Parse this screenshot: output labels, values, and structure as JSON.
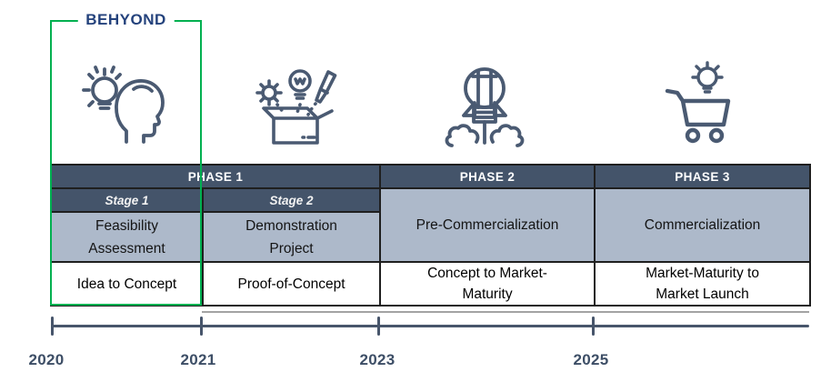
{
  "title": "BEHYOND",
  "colors": {
    "green": "#00B050",
    "dark": "#44546A",
    "light": "#ADB9CA",
    "navy": "#24427C",
    "slate": "#47556B",
    "year": "#3D4E66",
    "icon": "#4A5A72",
    "border": "#1F1F1F",
    "grayline": "#A3A3A3"
  },
  "icons": [
    {
      "name": "idea-head-icon"
    },
    {
      "name": "prototype-box-icon"
    },
    {
      "name": "launch-rocket-icon"
    },
    {
      "name": "market-cart-icon"
    }
  ],
  "table": {
    "phases": [
      {
        "label": "PHASE 1"
      },
      {
        "label": "PHASE 2"
      },
      {
        "label": "PHASE 3"
      }
    ],
    "stages": [
      {
        "label": "Stage 1"
      },
      {
        "label": "Stage 2"
      }
    ],
    "cells": {
      "feasibility": "Feasibility\nAssessment",
      "demonstration": "Demonstration\nProject",
      "pre_commercialization": "Pre-Commercialization",
      "commercialization": "Commercialization",
      "idea_to_concept": "Idea to Concept",
      "proof_of_concept": "Proof-of-Concept",
      "concept_to_market": "Concept to Market-\nMaturity",
      "market_to_launch": "Market-Maturity to\nMarket Launch"
    }
  },
  "timeline": {
    "years": [
      "2020",
      "2021",
      "2023",
      "2025"
    ]
  }
}
